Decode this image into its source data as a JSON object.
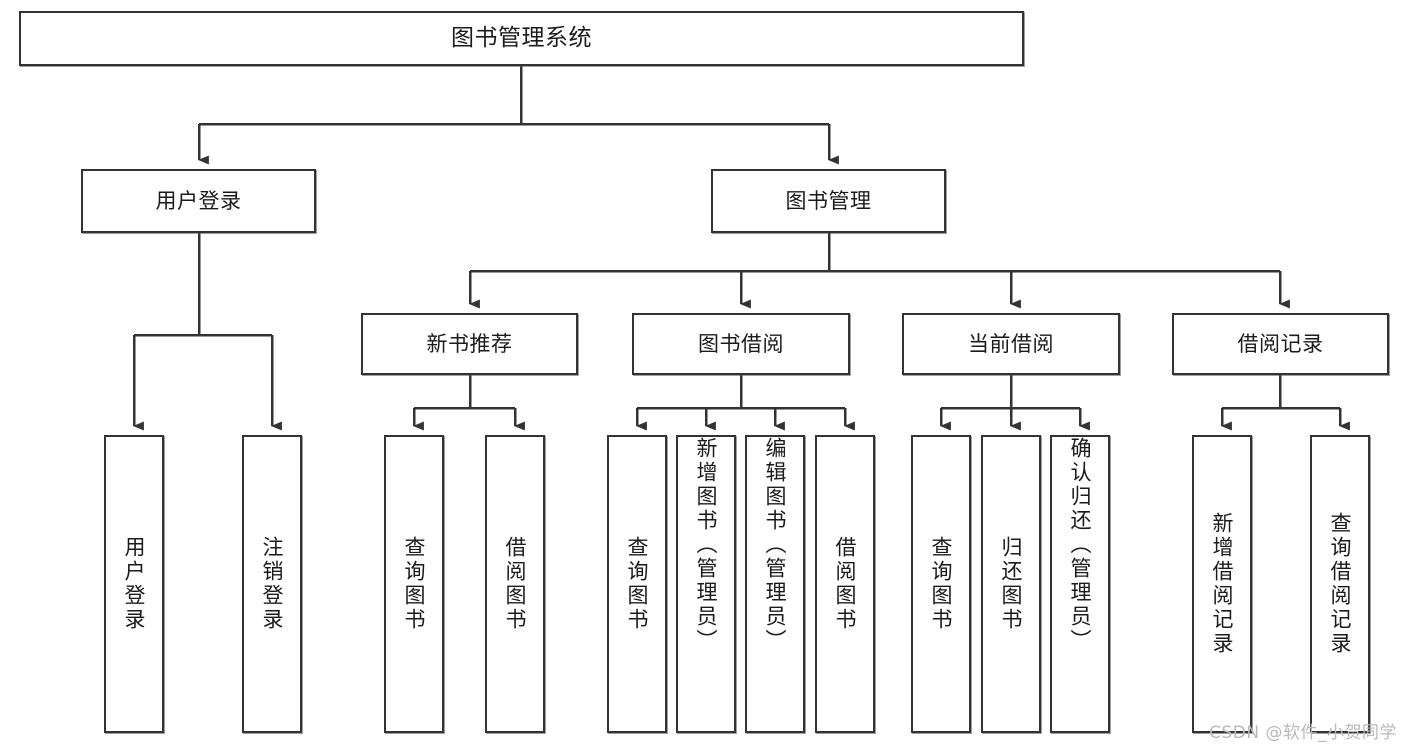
{
  "diagram": {
    "type": "tree",
    "title": "图书管理系统",
    "style": {
      "box_border": "#333333",
      "box_fill": "#ffffff",
      "connector": "#333333",
      "background": "#ffffff"
    },
    "root": {
      "label": "图书管理系统"
    },
    "level2": [
      {
        "id": "user-login",
        "label": "用户登录"
      },
      {
        "id": "book-manage",
        "label": "图书管理"
      }
    ],
    "level3": [
      {
        "id": "new-book-rec",
        "label": "新书推荐"
      },
      {
        "id": "book-borrow",
        "label": "图书借阅"
      },
      {
        "id": "current-borrow",
        "label": "当前借阅"
      },
      {
        "id": "borrow-record",
        "label": "借阅记录"
      }
    ],
    "leaves": [
      {
        "id": "leaf-user-login",
        "label": "用户登录",
        "parent": "user-login"
      },
      {
        "id": "leaf-user-logout",
        "label": "注销登录",
        "parent": "user-login"
      },
      {
        "id": "leaf-query-book-1",
        "label": "查询图书",
        "parent": "new-book-rec"
      },
      {
        "id": "leaf-borrow-book-1",
        "label": "借阅图书",
        "parent": "new-book-rec"
      },
      {
        "id": "leaf-query-book-2",
        "label": "查询图书",
        "parent": "book-borrow"
      },
      {
        "id": "leaf-add-book",
        "label": "新增图书（管理员）",
        "parent": "book-borrow"
      },
      {
        "id": "leaf-edit-book",
        "label": "编辑图书（管理员）",
        "parent": "book-borrow"
      },
      {
        "id": "leaf-borrow-book-2",
        "label": "借阅图书",
        "parent": "book-borrow"
      },
      {
        "id": "leaf-query-book-3",
        "label": "查询图书",
        "parent": "current-borrow"
      },
      {
        "id": "leaf-return-book",
        "label": "归还图书",
        "parent": "current-borrow"
      },
      {
        "id": "leaf-confirm-return",
        "label": "确认归还（管理员）",
        "parent": "current-borrow"
      },
      {
        "id": "leaf-add-record",
        "label": "新增借阅记录",
        "parent": "borrow-record"
      },
      {
        "id": "leaf-query-record",
        "label": "查询借阅记录",
        "parent": "borrow-record"
      }
    ]
  },
  "watermark": {
    "text": "CSDN @软件_小贺同学"
  }
}
